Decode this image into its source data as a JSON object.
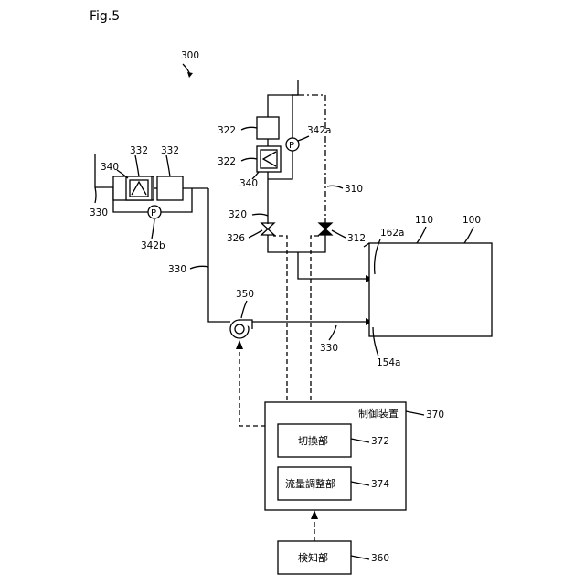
{
  "figure": {
    "title": "Fig.5"
  },
  "labels": {
    "system": "300",
    "line310": "310",
    "line312": "312",
    "line320": "320",
    "valve326": "326",
    "filter322_top": "322",
    "filter322_bottom": "322",
    "pump342a": "342a",
    "cooler340_upper": "340",
    "cooler340_left": "340",
    "tank332_a": "332",
    "tank332_b": "332",
    "line330_left": "330",
    "line330_mid": "330",
    "line330_bottom": "330",
    "pump342b": "342b",
    "blower350": "350",
    "inlet162a": "162a",
    "inlet154a": "154a",
    "cell110": "110",
    "cell100": "100",
    "controller": "370",
    "switcher": "372",
    "flowadjuster": "374",
    "detector": "360",
    "pump_symbol_a": "P",
    "pump_symbol_b": "P"
  },
  "blocks": {
    "controller_title": "制御装置",
    "switcher_title": "切換部",
    "flowadjuster_title": "流量調整部",
    "detector_title": "検知部"
  }
}
